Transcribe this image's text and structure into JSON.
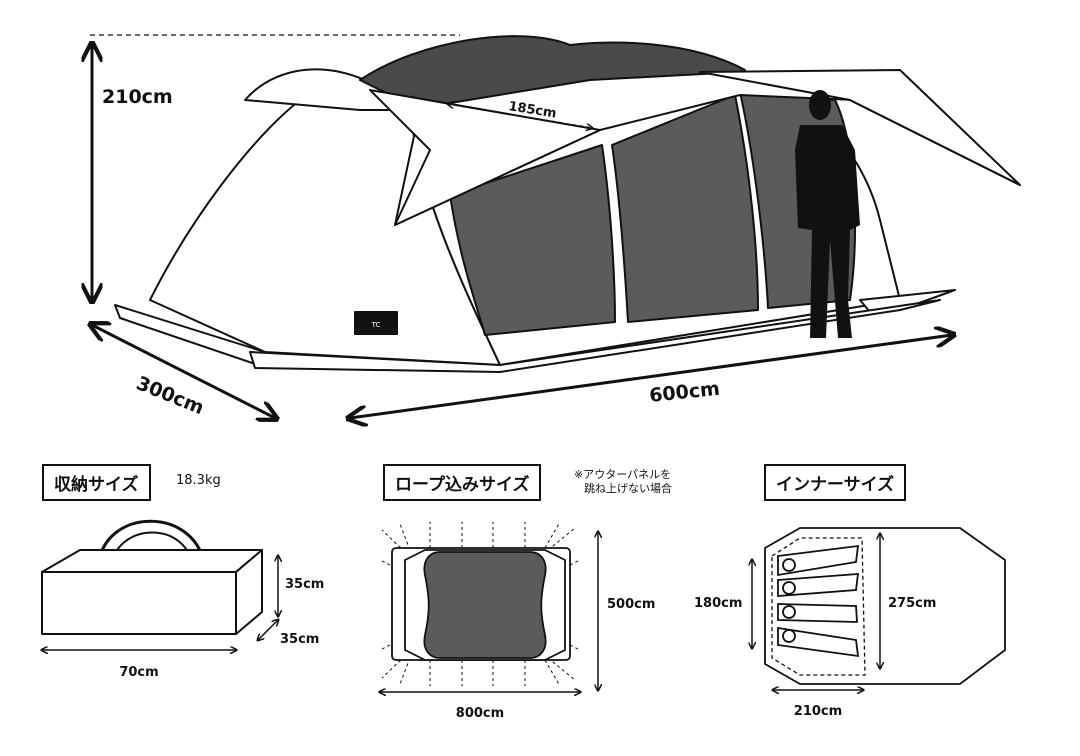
{
  "tent_dimensions": {
    "height": "210cm",
    "depth": "300cm",
    "length": "600cm",
    "brim": "185cm"
  },
  "packed": {
    "title": "収納サイズ",
    "weight": "18.3kg",
    "height": "35cm",
    "depth": "35cm",
    "width": "70cm"
  },
  "footprint": {
    "title": "ロープ込みサイズ",
    "note_line1": "※アウターパネルを",
    "note_line2": "跳ね上げない場合",
    "depth": "500cm",
    "width": "800cm"
  },
  "inner": {
    "title": "インナーサイズ",
    "width": "210cm",
    "left_depth": "180cm",
    "right_depth": "275cm",
    "sleepers": 4
  },
  "colors": {
    "line": "#111111",
    "mesh": "#5b5b5b",
    "canopy": "#4a4a4a",
    "fill": "#ffffff"
  }
}
